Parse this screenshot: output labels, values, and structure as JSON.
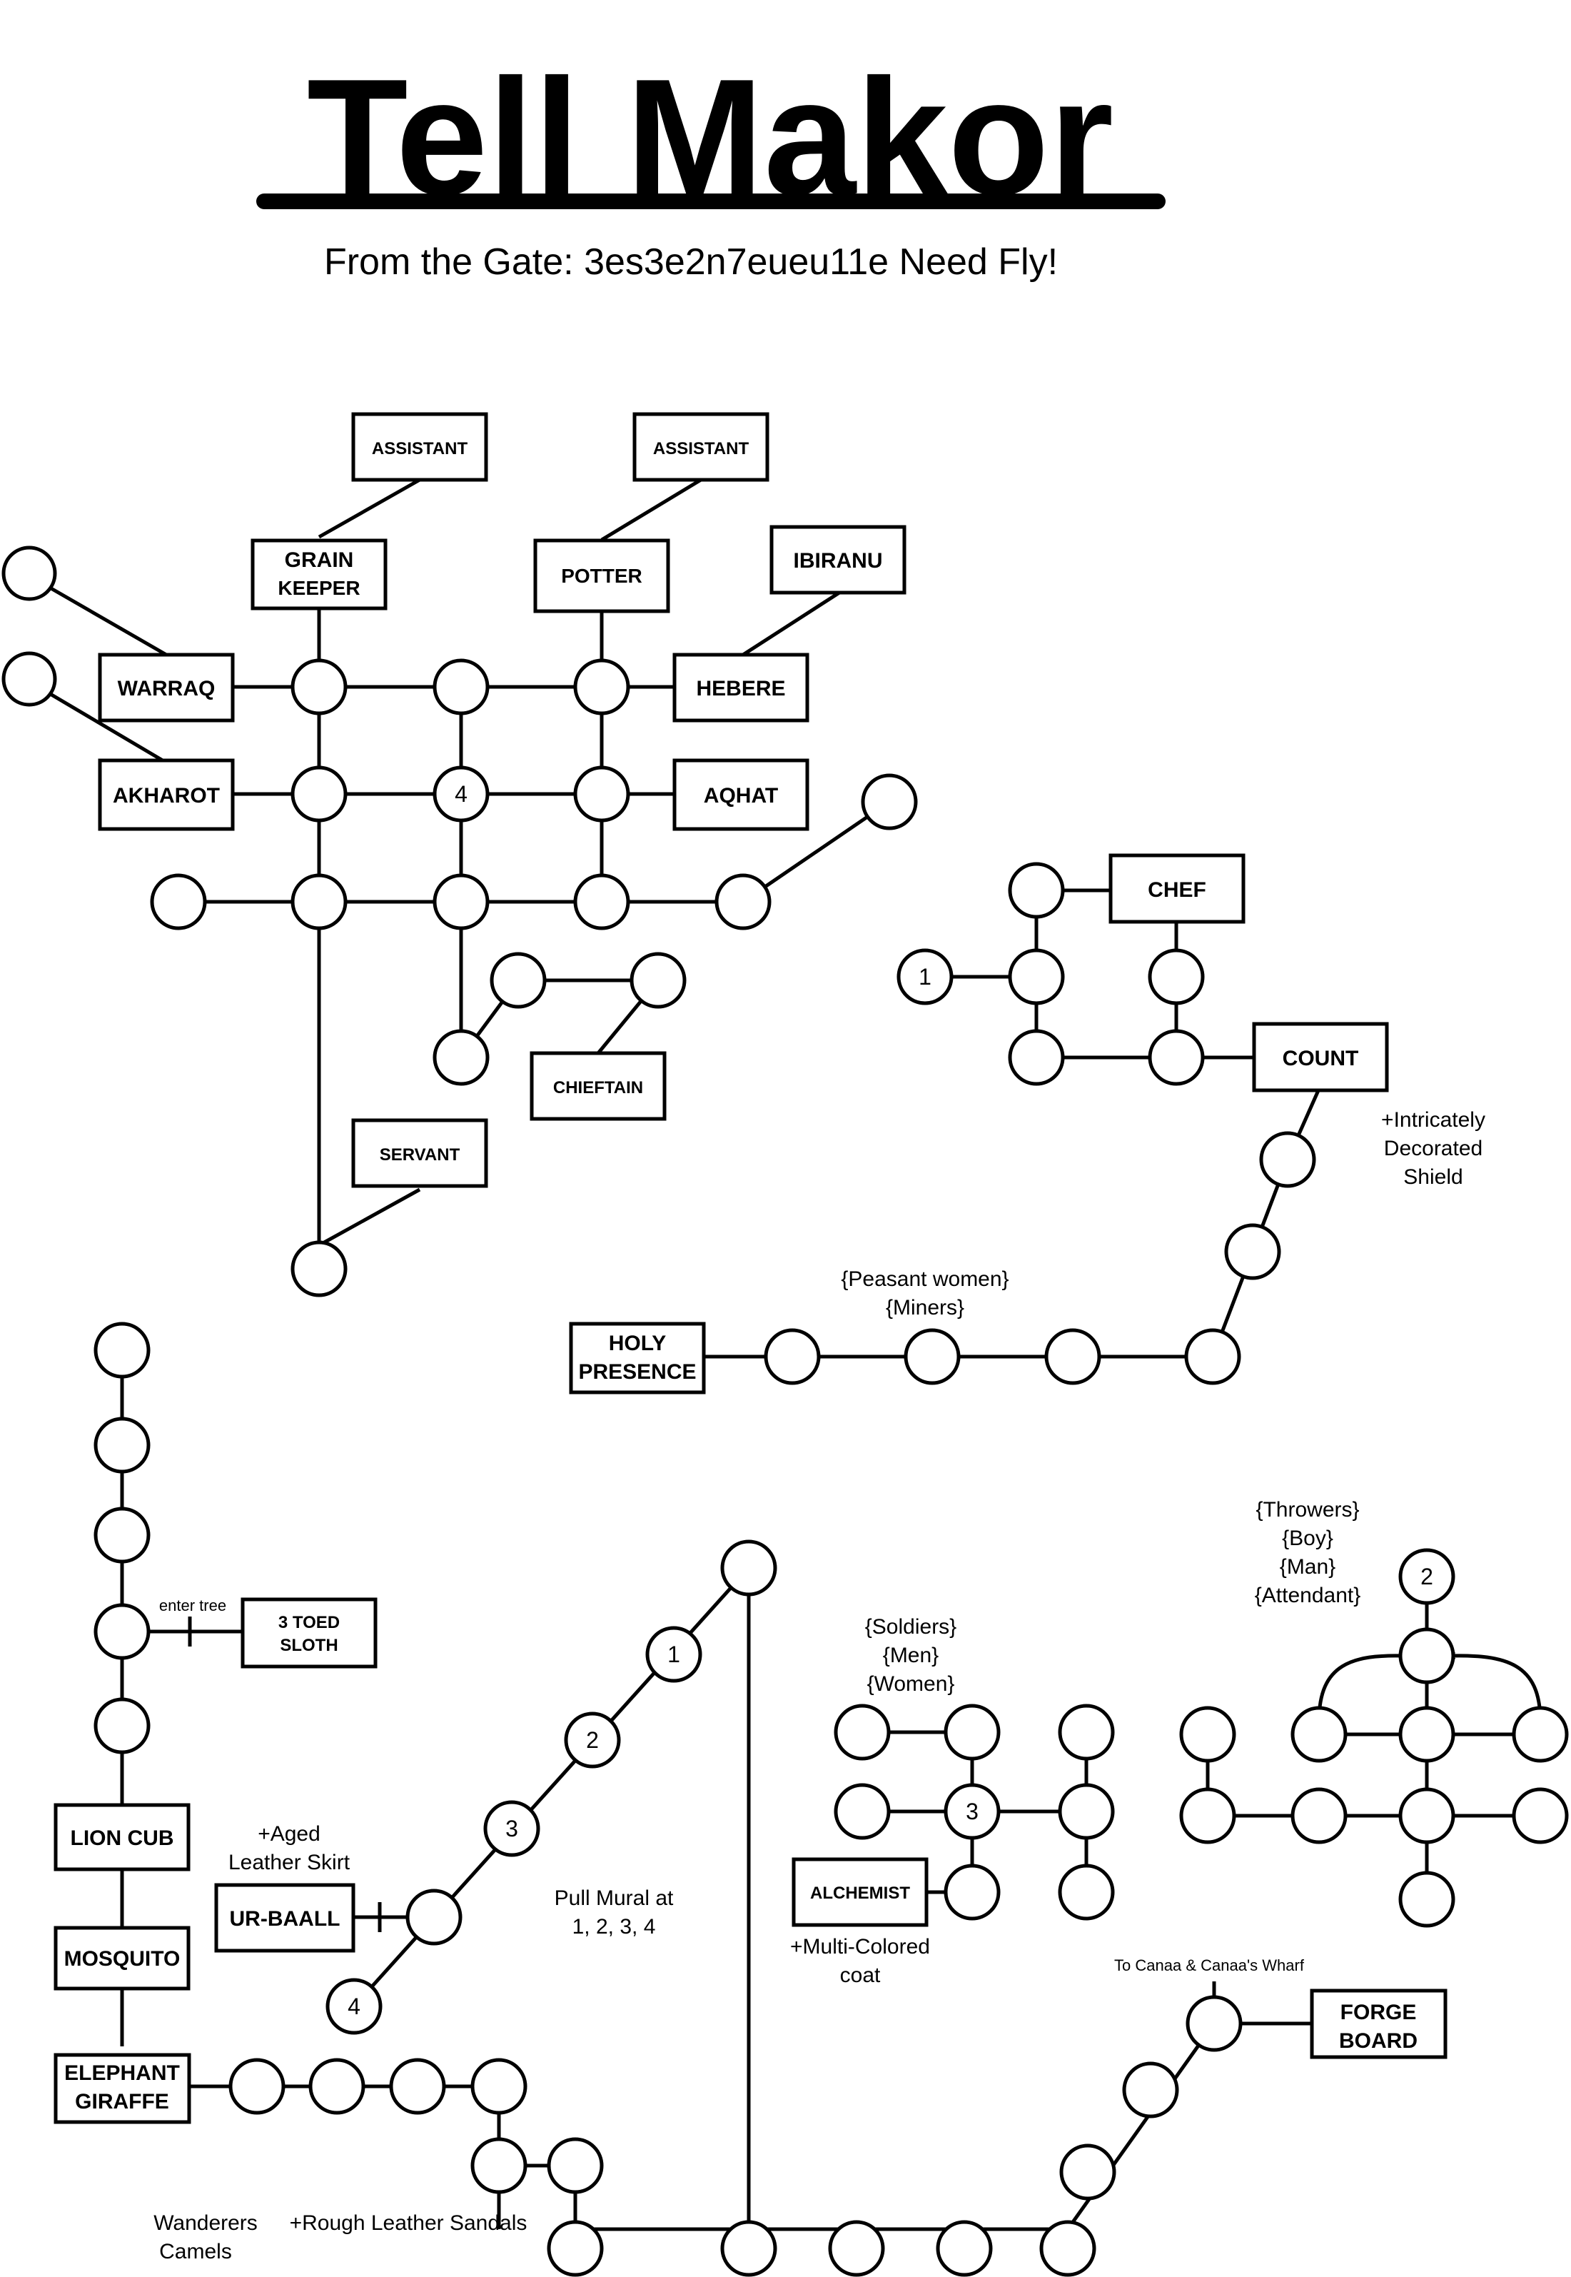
{
  "title": "Tell Makor",
  "subtitle": "From the Gate: 3es3e2n7eueu11e Need Fly!",
  "node_numbers": {
    "four": "4",
    "one": "1",
    "two": "2",
    "three": "3"
  },
  "labels": {
    "assistant": "Assistant",
    "grain_keeper_1": "Grain",
    "grain_keeper_2": "keeper",
    "potter": "potter",
    "ibiranu": "Ibiranu",
    "warraq": "Warraq",
    "hebere": "Hebere",
    "akharot": "Akharot",
    "aqhat": "Aqhat",
    "chieftain": "Chieftain",
    "servant": "Servant",
    "chef": "Chef",
    "count": "Count",
    "holy_presence_1": "Holy",
    "holy_presence_2": "Presence",
    "three_toed_sloth_1": "3 Toed",
    "three_toed_sloth_2": "Sloth",
    "lion_cub": "Lion Cub",
    "mosquito": "Mosquito",
    "ur_baall": "Ur-Baall",
    "elephant_giraffe_1": "Elephant",
    "elephant_giraffe_2": "Giraffe",
    "alchemist": "Alchemist",
    "forge_board_1": "Forge",
    "forge_board_2": "Board"
  },
  "notes": {
    "shield": [
      "+Intricately",
      "Decorated",
      "Shield"
    ],
    "peasants": [
      "{Peasant women}",
      "{Miners}"
    ],
    "throwers": [
      "{Throwers}",
      "{Boy}",
      "{Man}",
      "{Attendant}"
    ],
    "soldiers": [
      "{Soldiers}",
      "{Men}",
      "{Women}"
    ],
    "enter_tree": "enter tree",
    "skirt": [
      "+Aged",
      "Leather Skirt"
    ],
    "mural": [
      "Pull Mural at",
      "1, 2, 3, 4"
    ],
    "coat": [
      "+Multi-Colored",
      "coat"
    ],
    "to_canaa": "To Canaa & Canaa's Wharf",
    "wanderers": [
      "Wanderers",
      "Camels"
    ],
    "sandals": "+Rough Leather Sandals"
  }
}
